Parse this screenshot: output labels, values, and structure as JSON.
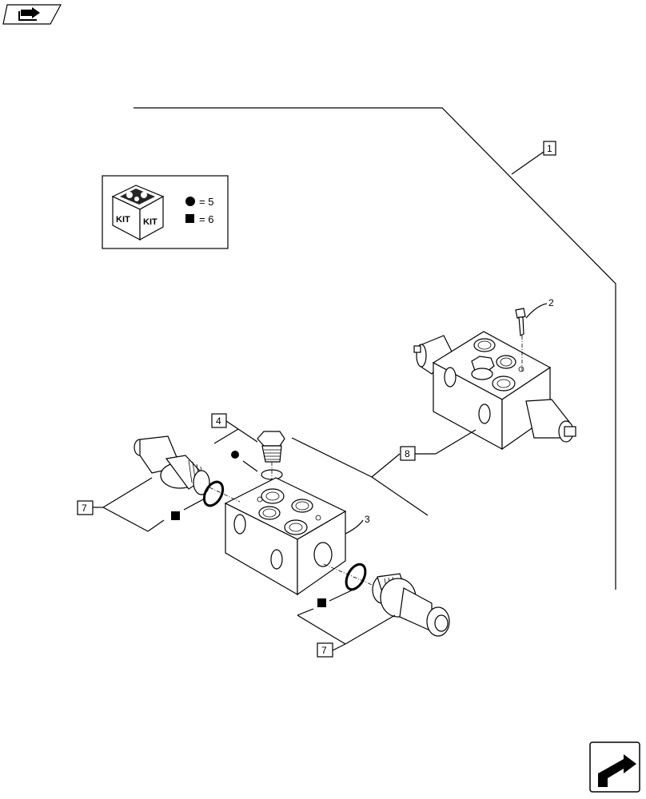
{
  "legend": {
    "circle_text": "= 5",
    "square_text": "= 6",
    "kit_word_left": "KIT",
    "kit_word_right": "KIT"
  },
  "callouts": {
    "c1": "1",
    "c2": "2",
    "c3": "3",
    "c4": "4",
    "c7a": "7",
    "c7b": "7",
    "c8": "8"
  },
  "icons": {
    "top_left": "previous-page-icon",
    "bottom_right": "next-page-icon"
  }
}
